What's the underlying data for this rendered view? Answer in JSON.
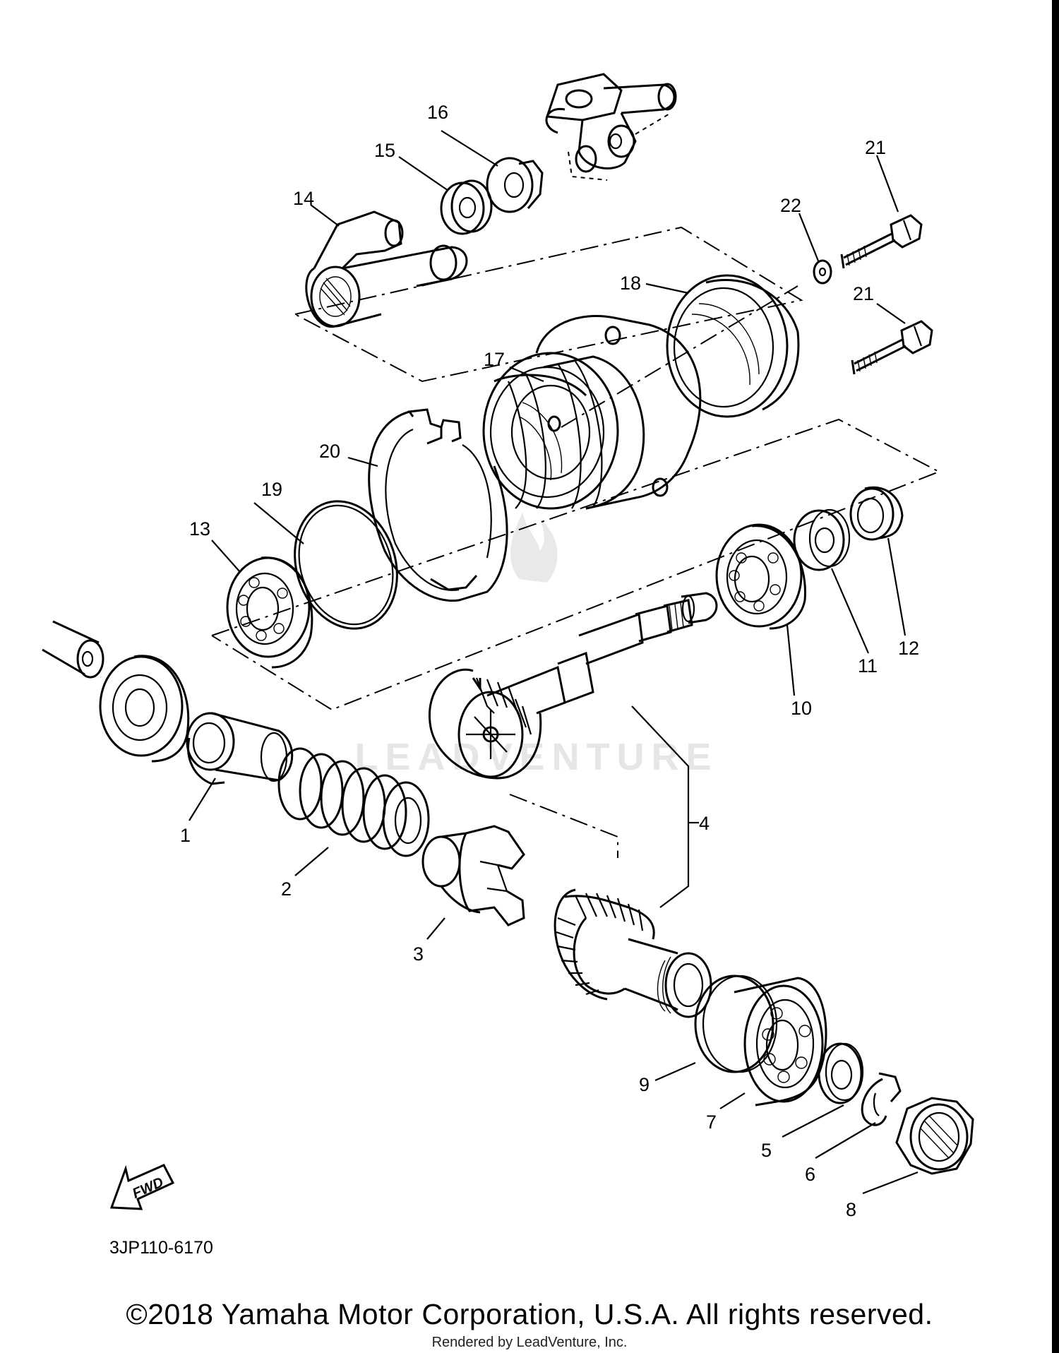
{
  "diagram": {
    "drawing_code": "3JP110-6170",
    "fwd_label": "FWD",
    "watermark": "LEADVENTURE",
    "callouts": [
      {
        "id": "1",
        "text": "1"
      },
      {
        "id": "2",
        "text": "2"
      },
      {
        "id": "3",
        "text": "3"
      },
      {
        "id": "4",
        "text": "4"
      },
      {
        "id": "5",
        "text": "5"
      },
      {
        "id": "6",
        "text": "6"
      },
      {
        "id": "7",
        "text": "7"
      },
      {
        "id": "8",
        "text": "8"
      },
      {
        "id": "9",
        "text": "9"
      },
      {
        "id": "10",
        "text": "10"
      },
      {
        "id": "11",
        "text": "11"
      },
      {
        "id": "12",
        "text": "12"
      },
      {
        "id": "13",
        "text": "13"
      },
      {
        "id": "14",
        "text": "14"
      },
      {
        "id": "15",
        "text": "15"
      },
      {
        "id": "16",
        "text": "16"
      },
      {
        "id": "17",
        "text": "17"
      },
      {
        "id": "18",
        "text": "18"
      },
      {
        "id": "19",
        "text": "19"
      },
      {
        "id": "20",
        "text": "20"
      },
      {
        "id": "21a",
        "text": "21"
      },
      {
        "id": "21b",
        "text": "21"
      },
      {
        "id": "22",
        "text": "22"
      }
    ]
  },
  "footer": {
    "copyright": "©2018 Yamaha Motor Corporation, U.S.A. All rights reserved.",
    "rendered_by": "Rendered by LeadVenture, Inc."
  }
}
